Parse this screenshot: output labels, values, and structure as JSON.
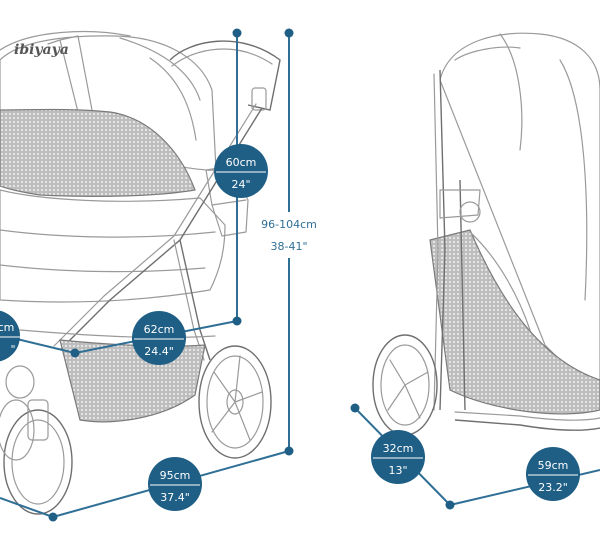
{
  "brand": {
    "logo_text": "ibiyaya"
  },
  "colors": {
    "accent": "#1f5e85",
    "line": "#2f6f96",
    "sketch": "#9a9a9a"
  },
  "dimensions": {
    "height_handle": {
      "value": "60cm",
      "imperial": "24\""
    },
    "height_total": {
      "value": "96-104cm",
      "imperial": "38-41\""
    },
    "width_front": {
      "value": "cm",
      "imperial": "\""
    },
    "width_seat": {
      "value": "62cm",
      "imperial": "24.4\""
    },
    "length": {
      "value": "95cm",
      "imperial": "37.4\""
    },
    "folded_depth": {
      "value": "32cm",
      "imperial": "13\""
    },
    "folded_length": {
      "value": "59cm",
      "imperial": "23.2\""
    }
  }
}
